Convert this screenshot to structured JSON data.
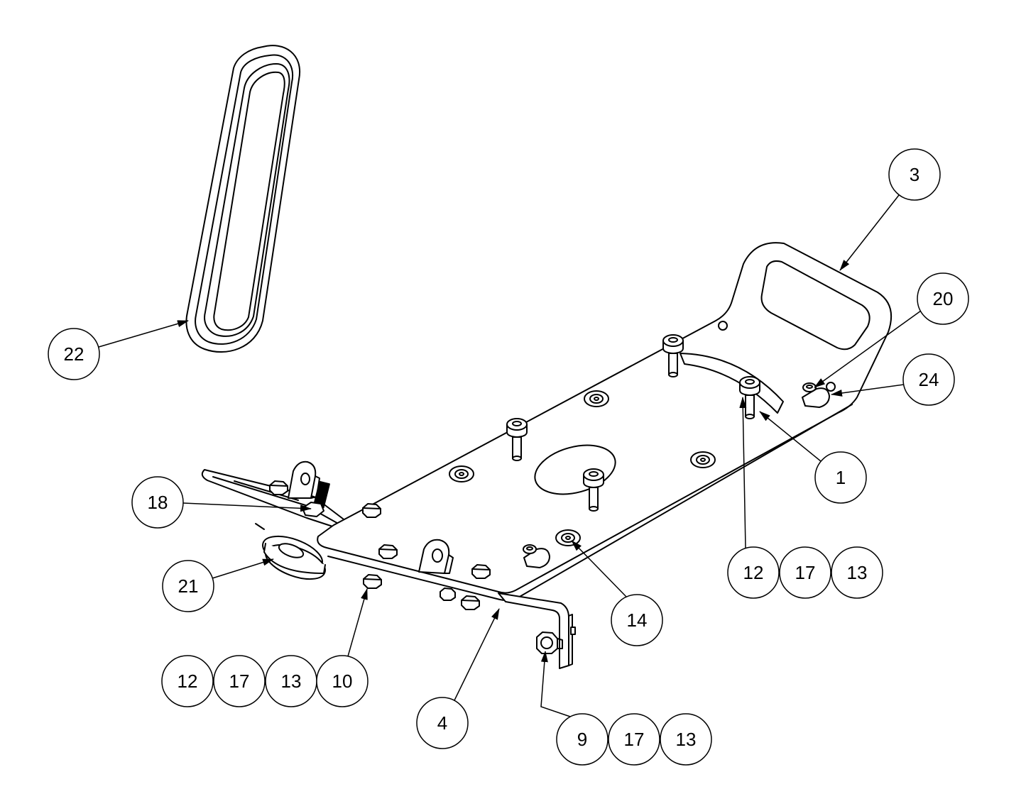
{
  "callouts": {
    "c3": {
      "labels": [
        "3"
      ]
    },
    "c20": {
      "labels": [
        "20"
      ]
    },
    "c24": {
      "labels": [
        "24"
      ]
    },
    "c22": {
      "labels": [
        "22"
      ]
    },
    "c1": {
      "labels": [
        "1"
      ]
    },
    "c18": {
      "labels": [
        "18"
      ]
    },
    "c_right_group": {
      "labels": [
        "12",
        "17",
        "13"
      ]
    },
    "c21": {
      "labels": [
        "21"
      ]
    },
    "c14": {
      "labels": [
        "14"
      ]
    },
    "c_left_group": {
      "labels": [
        "12",
        "17",
        "13",
        "10"
      ]
    },
    "c4": {
      "labels": [
        "4"
      ]
    },
    "c_bottom_group": {
      "labels": [
        "9",
        "17",
        "13"
      ]
    }
  },
  "colors": {
    "stroke": "#000000",
    "background": "#ffffff"
  }
}
